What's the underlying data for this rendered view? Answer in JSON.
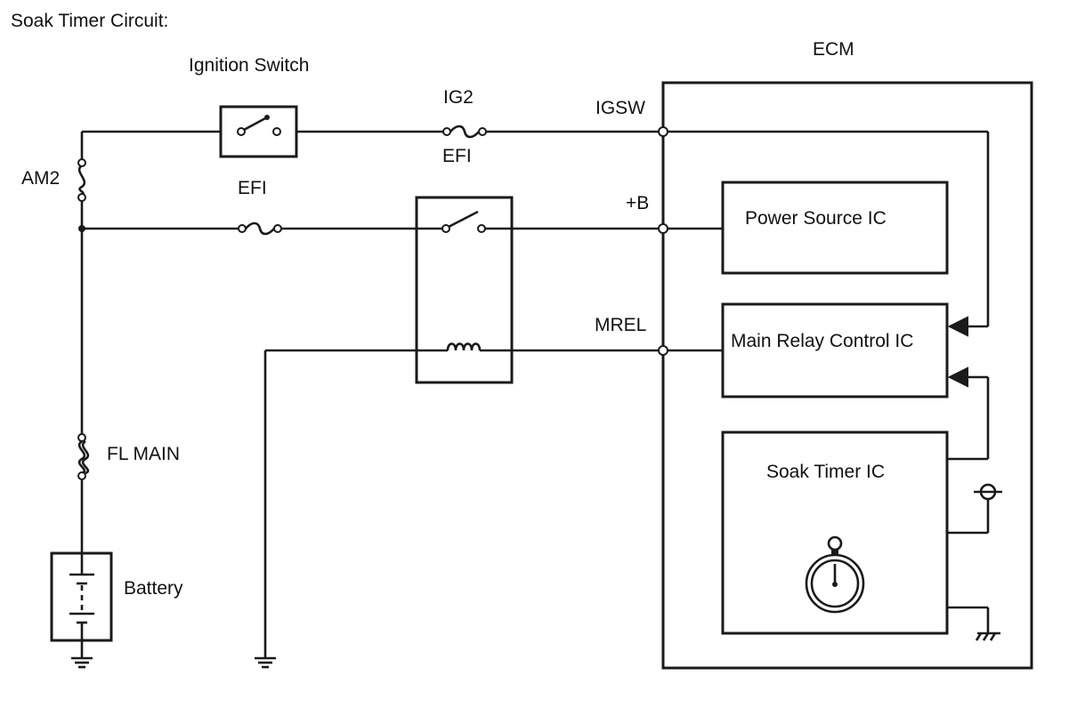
{
  "title": "Soak Timer Circuit:",
  "components": {
    "ecm": "ECM",
    "ignition_switch": "Ignition Switch",
    "fuse_ig2": "IG2",
    "fuse_ig2_efi": "EFI",
    "fuse_efi": "EFI",
    "fuse_am2": "AM2",
    "fuse_fl_main": "FL MAIN",
    "battery": "Battery",
    "power_source_ic": "Power Source IC",
    "main_relay_control_ic": "Main Relay Control IC",
    "soak_timer_ic": "Soak Timer IC"
  },
  "terminals": {
    "igsw": "IGSW",
    "plus_b": "+B",
    "mrel": "MREL"
  }
}
